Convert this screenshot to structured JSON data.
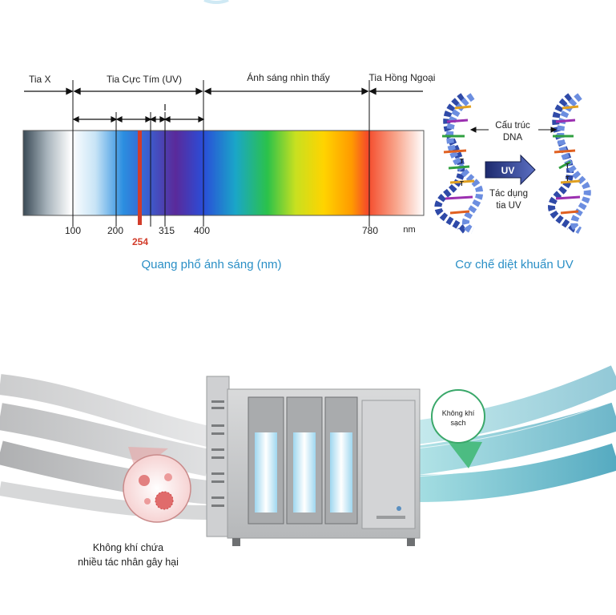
{
  "spectrum": {
    "band_labels": {
      "xray": "Tia X",
      "uv": "Tia Cực Tím (UV)",
      "visible": "Ánh sáng nhìn thấy",
      "infrared": "Tia Hồng Ngoại"
    },
    "ticks": [
      "100",
      "200",
      "315",
      "400",
      "780"
    ],
    "highlight": "254",
    "unit": "nm",
    "caption": "Quang phổ ánh sáng (nm)",
    "highlight_color": "#d23c2a",
    "caption_color": "#2a8fc6"
  },
  "dna": {
    "structure_label_1": "Cấu trúc",
    "structure_label_2": "DNA",
    "arrow_label": "UV",
    "effect_label_1": "Tác dụng",
    "effect_label_2": "tia UV",
    "base_letter": "T",
    "caption": "Cơ chế diệt khuẩn UV"
  },
  "purifier": {
    "clean_air_1": "Không khí",
    "clean_air_2": "sạch",
    "dirty_air_1": "Không khí chứa",
    "dirty_air_2": "nhiều tác nhân gây hại"
  }
}
